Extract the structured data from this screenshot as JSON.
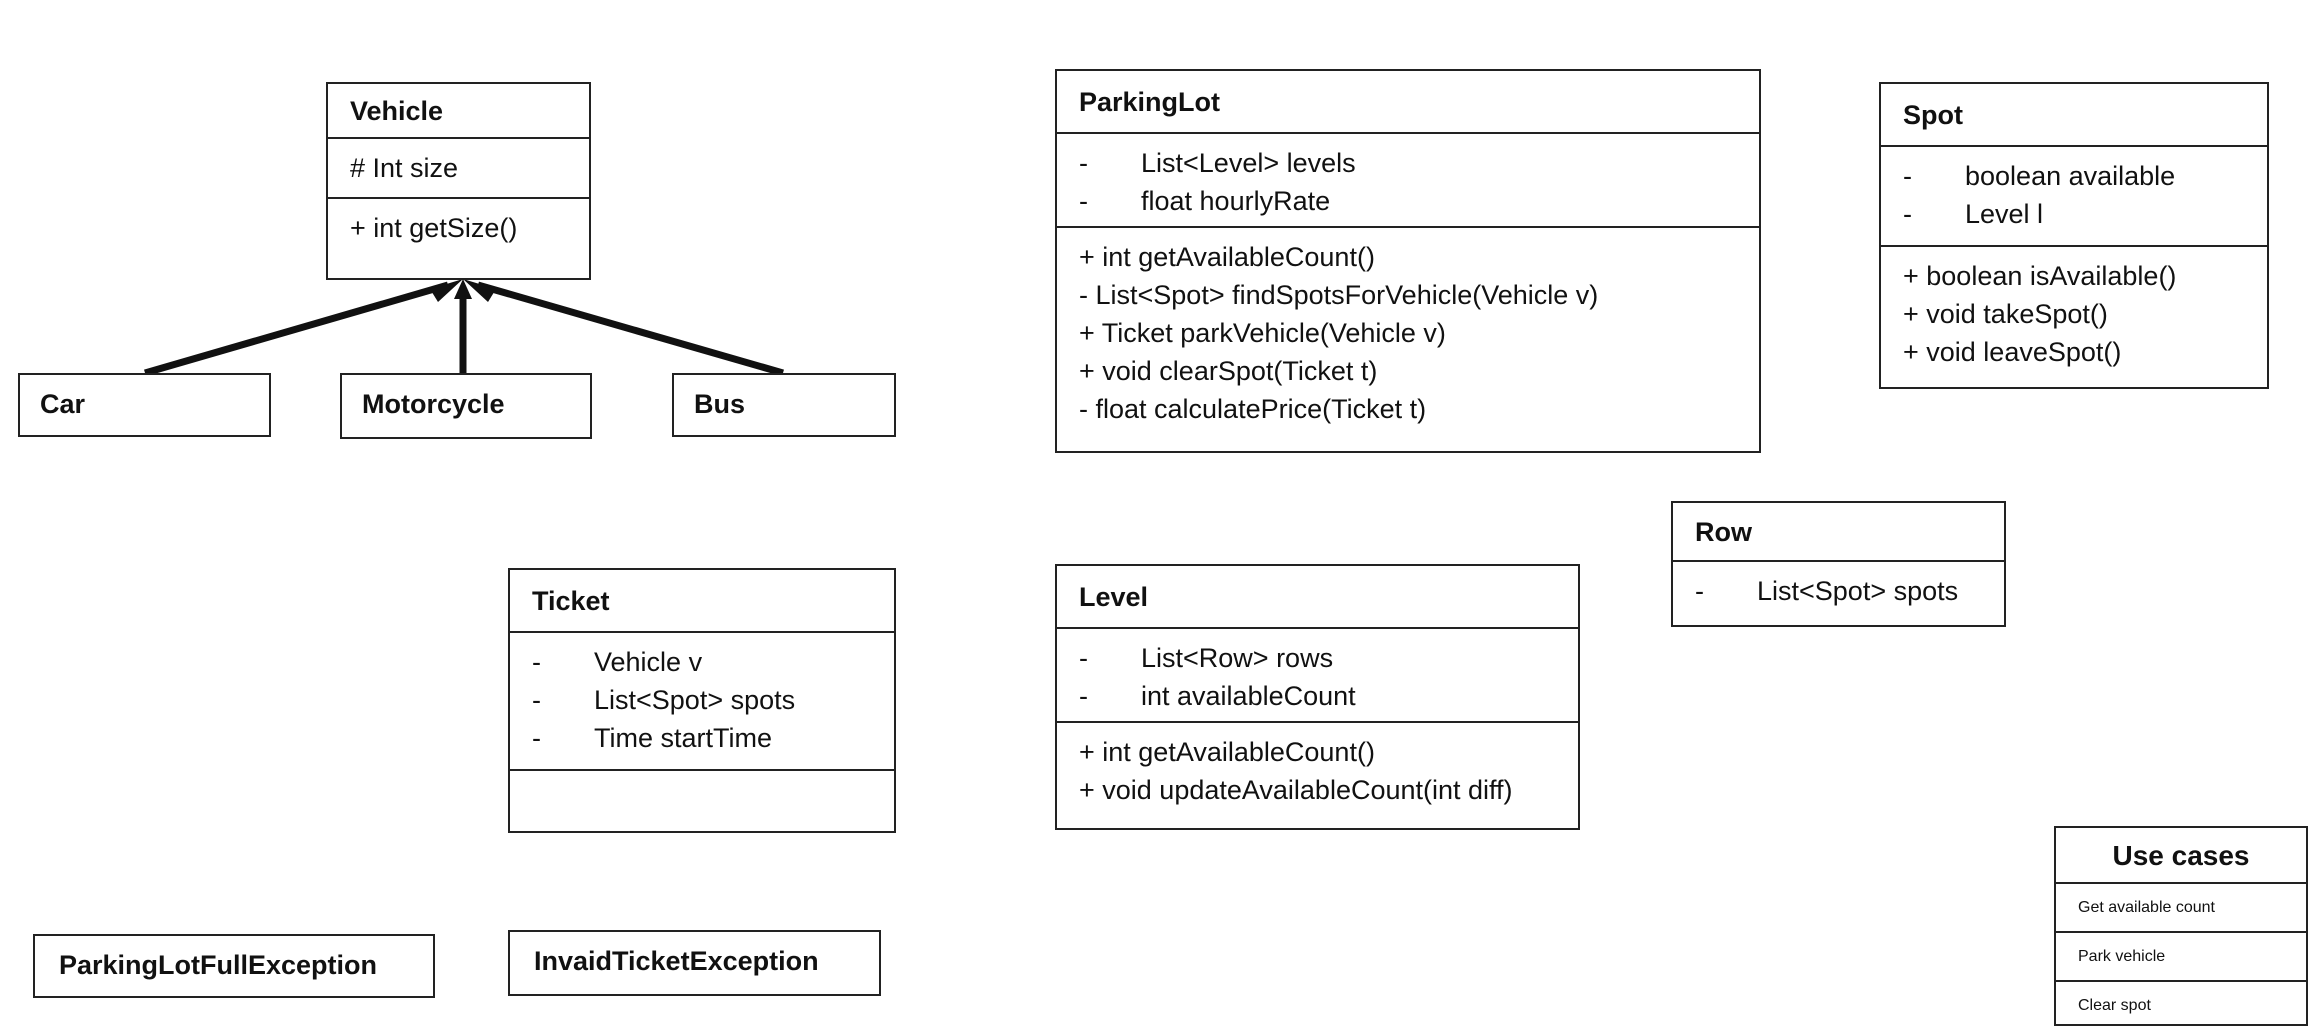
{
  "vehicle": {
    "name": "Vehicle",
    "attributes": [
      "# Int size"
    ],
    "methods": [
      "+ int getSize()"
    ]
  },
  "subclasses": {
    "car": "Car",
    "motorcycle": "Motorcycle",
    "bus": "Bus"
  },
  "parking_lot": {
    "name": "ParkingLot",
    "attributes": [
      {
        "marker": "-",
        "text": "List<Level> levels"
      },
      {
        "marker": "-",
        "text": "float hourlyRate"
      }
    ],
    "methods": [
      "+ int getAvailableCount()",
      "- List<Spot> findSpotsForVehicle(Vehicle v)",
      "+ Ticket parkVehicle(Vehicle v)",
      "+ void clearSpot(Ticket t)",
      "- float calculatePrice(Ticket t)"
    ]
  },
  "spot": {
    "name": "Spot",
    "attributes": [
      {
        "marker": "-",
        "text": "boolean available"
      },
      {
        "marker": "-",
        "text": "Level l"
      }
    ],
    "methods": [
      "+ boolean isAvailable()",
      "+ void takeSpot()",
      "+ void leaveSpot()"
    ]
  },
  "row": {
    "name": "Row",
    "attributes": [
      {
        "marker": "-",
        "text": "List<Spot> spots"
      }
    ]
  },
  "ticket": {
    "name": "Ticket",
    "attributes": [
      {
        "marker": "-",
        "text": "Vehicle v"
      },
      {
        "marker": "-",
        "text": "List<Spot> spots"
      },
      {
        "marker": "-",
        "text": "Time startTime"
      }
    ]
  },
  "level": {
    "name": "Level",
    "attributes": [
      {
        "marker": "-",
        "text": "List<Row> rows"
      },
      {
        "marker": "-",
        "text": "int availableCount"
      }
    ],
    "methods": [
      "+ int getAvailableCount()",
      "+ void updateAvailableCount(int diff)"
    ]
  },
  "exceptions": {
    "parking_full": "ParkingLotFullException",
    "invalid_ticket": "InvaidTicketException"
  },
  "use_cases": {
    "title": "Use cases",
    "items": [
      "Get available count",
      "Park vehicle",
      "Clear spot"
    ]
  },
  "colors": {
    "line": "#222222",
    "background": "#ffffff"
  }
}
